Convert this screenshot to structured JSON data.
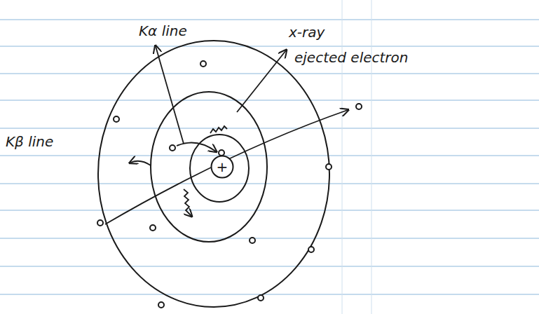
{
  "diagram": {
    "nodes": [
      {
        "text": [
          "+"
        ]
      }
    ],
    "labels": [
      "Kα line",
      "x-ray",
      "ejected electron",
      "Kβ line"
    ]
  }
}
